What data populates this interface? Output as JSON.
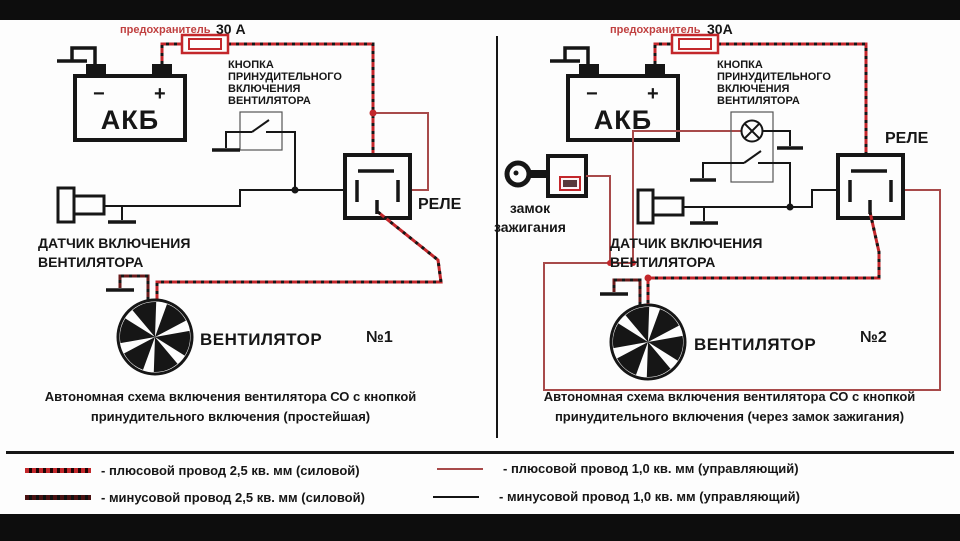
{
  "colors": {
    "wire_power_plus": "#c3272b",
    "wire_power_minus": "#141414",
    "wire_control_plus": "#a84a4a",
    "wire_control_minus": "#141414",
    "label_red": "#c04040",
    "symbol_black": "#161616"
  },
  "s1": {
    "number": "№1",
    "fuse_label": "предохранитель",
    "fuse_rating": "30 А",
    "battery": "АКБ",
    "minus": "−",
    "plus": "+",
    "button_lines": [
      "КНОПКА",
      "ПРИНУДИТЕЛЬНОГО",
      "ВКЛЮЧЕНИЯ",
      "ВЕНТИЛЯТОРА"
    ],
    "relay": "РЕЛЕ",
    "sensor_lines": [
      "ДАТЧИК ВКЛЮЧЕНИЯ",
      "ВЕНТИЛЯТОРА"
    ],
    "fan": "ВЕНТИЛЯТОР",
    "caption_lines": [
      "Автономная схема включения вентилятора СО с кнопкой",
      "принудительного включения (простейшая)"
    ]
  },
  "s2": {
    "number": "№2",
    "fuse_label": "предохранитель",
    "fuse_rating": "30А",
    "battery": "АКБ",
    "minus": "−",
    "plus": "+",
    "button_lines": [
      "КНОПКА",
      "ПРИНУДИТЕЛЬНОГО",
      "ВКЛЮЧЕНИЯ",
      "ВЕНТИЛЯТОРА"
    ],
    "relay": "РЕЛЕ",
    "ignition_lines": [
      "замок",
      "зажигания"
    ],
    "sensor_lines": [
      "ДАТЧИК ВКЛЮЧЕНИЯ",
      "ВЕНТИЛЯТОРА"
    ],
    "fan": "ВЕНТИЛЯТОР",
    "caption_lines": [
      "Автономная схема включения вентилятора СО с кнопкой",
      "принудительного включения (через замок зажигания)"
    ]
  },
  "legend": {
    "items": [
      {
        "kind": "power-plus",
        "label": "- плюсовой провод 2,5 кв. мм (силовой)"
      },
      {
        "kind": "power-minus",
        "label": "- минусовой провод 2,5 кв. мм (силовой)"
      },
      {
        "kind": "control-plus",
        "label": "- плюсовой провод 1,0 кв. мм (управляющий)"
      },
      {
        "kind": "control-minus",
        "label": "- минусовой провод 1,0 кв. мм (управляющий)"
      }
    ]
  }
}
